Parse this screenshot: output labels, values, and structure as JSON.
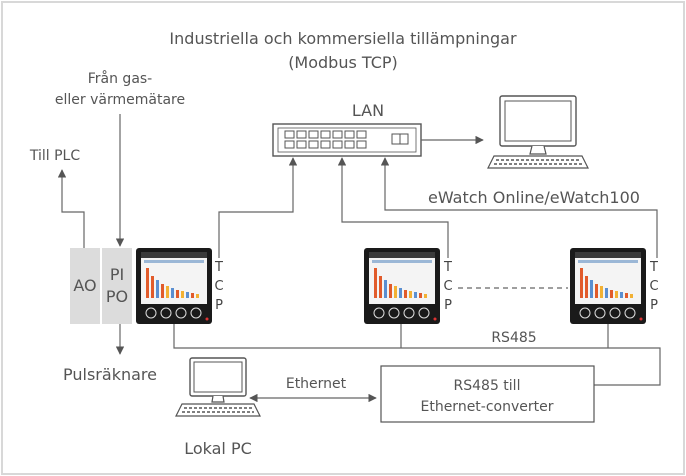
{
  "title_line1": "Industriella och kommersiella tillämpningar",
  "title_line2": "(Modbus TCP)",
  "gas_line1": "Från gas-",
  "gas_line2": "eller värmemätare",
  "plc": "Till PLC",
  "lan": "LAN",
  "ewatch": "eWatch Online/eWatch100",
  "ao": "AO",
  "pi": "PI",
  "po": "PO",
  "tcp": [
    "T",
    "C",
    "P"
  ],
  "rs485": "RS485",
  "pulse": "Pulsräknare",
  "ethernet": "Ethernet",
  "converter_line1": "RS485 till",
  "converter_line2": "Ethernet-converter",
  "local_pc": "Lokal PC",
  "colors": {
    "border": "#d8d8d8",
    "line": "#666666",
    "module_bg": "#dcdcdc",
    "meter_bg": "#1a1a1a"
  }
}
